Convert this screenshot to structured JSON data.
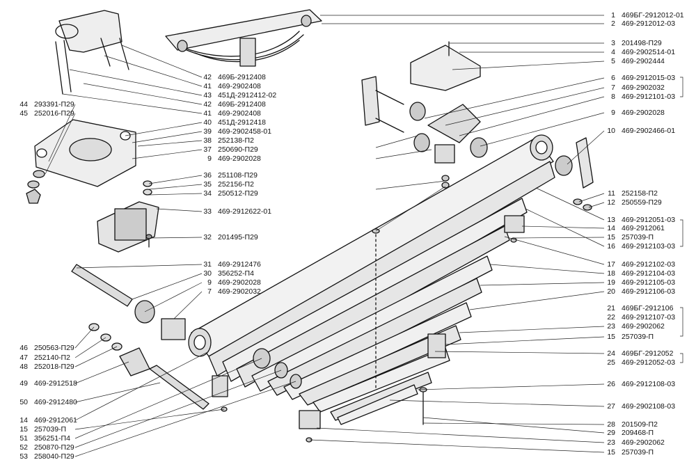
{
  "callouts": {
    "right": [
      {
        "num": "1",
        "code": "469БГ-2912012-01"
      },
      {
        "num": "2",
        "code": "469-2912012-03"
      },
      {
        "num": "3",
        "code": "201498-П29"
      },
      {
        "num": "4",
        "code": "469-2902514-01"
      },
      {
        "num": "5",
        "code": "469-2902444"
      },
      {
        "num": "6",
        "code": "469-2912015-03"
      },
      {
        "num": "7",
        "code": "469-2902032"
      },
      {
        "num": "8",
        "code": "469-2912101-03"
      },
      {
        "num": "9",
        "code": "469-2902028"
      },
      {
        "num": "10",
        "code": "469-2902466-01"
      },
      {
        "num": "11",
        "code": "252158-П2"
      },
      {
        "num": "12",
        "code": "250559-П29"
      },
      {
        "num": "13",
        "code": "469-2912051-03"
      },
      {
        "num": "14",
        "code": "469-2912061"
      },
      {
        "num": "15",
        "code": "257039-П"
      },
      {
        "num": "16",
        "code": "469-2912103-03"
      },
      {
        "num": "17",
        "code": "469-2912102-03"
      },
      {
        "num": "18",
        "code": "469-2912104-03"
      },
      {
        "num": "19",
        "code": "469-2912105-03"
      },
      {
        "num": "20",
        "code": "469-2912106-03"
      },
      {
        "num": "21",
        "code": "469БГ-2912106"
      },
      {
        "num": "22",
        "code": "469-2912107-03"
      },
      {
        "num": "23",
        "code": "469-2902062"
      },
      {
        "num": "15",
        "code": "257039-П"
      },
      {
        "num": "24",
        "code": "469БГ-2912052"
      },
      {
        "num": "25",
        "code": "469-2912052-03"
      },
      {
        "num": "26",
        "code": "469-2912108-03"
      },
      {
        "num": "27",
        "code": "469-2902108-03"
      },
      {
        "num": "28",
        "code": "201509-П2"
      },
      {
        "num": "29",
        "code": "209468-П"
      },
      {
        "num": "23",
        "code": "469-2902062"
      },
      {
        "num": "15",
        "code": "257039-П"
      }
    ],
    "middle": [
      {
        "num": "42",
        "code": "469Б-2912408"
      },
      {
        "num": "41",
        "code": "469-2902408"
      },
      {
        "num": "43",
        "code": "451Д-2912412-02"
      },
      {
        "num": "42",
        "code": "469Б-2912408"
      },
      {
        "num": "41",
        "code": "469-2902408"
      },
      {
        "num": "40",
        "code": "451Д-2912418"
      },
      {
        "num": "39",
        "code": "469-2902458-01"
      },
      {
        "num": "38",
        "code": "252138-П2"
      },
      {
        "num": "37",
        "code": "250690-П29"
      },
      {
        "num": "9",
        "code": "469-2902028"
      },
      {
        "num": "36",
        "code": "251108-П29"
      },
      {
        "num": "35",
        "code": "252156-П2"
      },
      {
        "num": "34",
        "code": "250512-П29"
      },
      {
        "num": "33",
        "code": "469-2912622-01"
      },
      {
        "num": "32",
        "code": "201495-П29"
      },
      {
        "num": "31",
        "code": "469-2912476"
      },
      {
        "num": "30",
        "code": "356252-П4"
      },
      {
        "num": "9",
        "code": "469-2902028"
      },
      {
        "num": "7",
        "code": "469-2902032"
      }
    ],
    "left": [
      {
        "num": "44",
        "code": "293391-П29"
      },
      {
        "num": "45",
        "code": "252016-П29"
      },
      {
        "num": "46",
        "code": "250563-П29"
      },
      {
        "num": "47",
        "code": "252140-П2"
      },
      {
        "num": "48",
        "code": "252018-П29"
      },
      {
        "num": "49",
        "code": "469-2912518"
      },
      {
        "num": "50",
        "code": "469-2912480"
      },
      {
        "num": "14",
        "code": "469-2912061"
      },
      {
        "num": "15",
        "code": "257039-П"
      },
      {
        "num": "51",
        "code": "356251-П4"
      },
      {
        "num": "52",
        "code": "250870-П29"
      },
      {
        "num": "53",
        "code": "258040-П29"
      }
    ]
  }
}
